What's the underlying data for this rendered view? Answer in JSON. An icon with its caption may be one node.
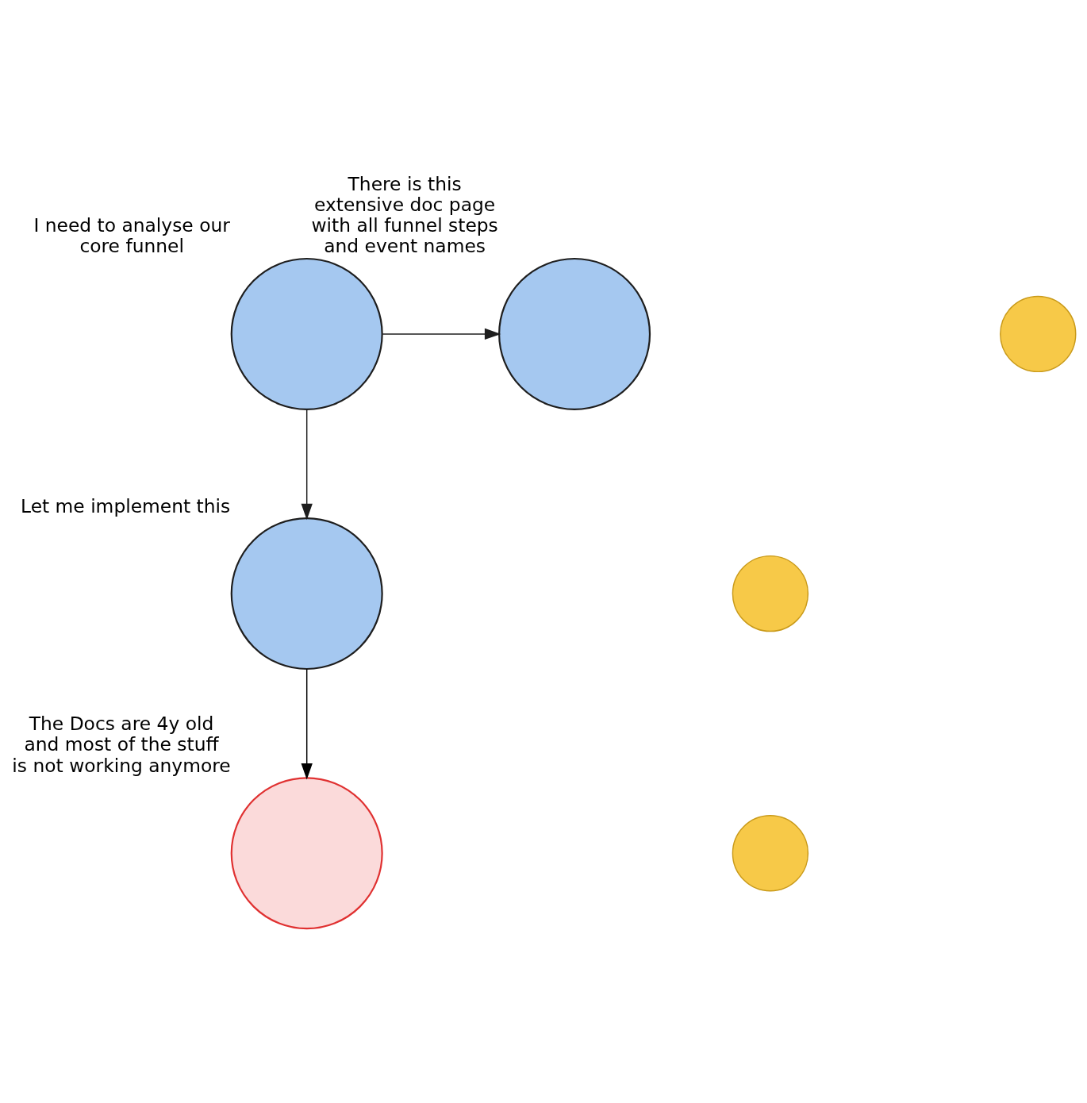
{
  "diagram": {
    "nodes": [
      {
        "text": [],
        "shape": "circle",
        "beside": [
          "I need to analyse our core funnel"
        ]
      },
      {
        "text": [],
        "shape": "circle",
        "beside": [
          "There is this extensive doc page with all funnel steps and event names"
        ]
      },
      {
        "text": [],
        "shape": "circle"
      },
      {
        "text": [],
        "shape": "circle",
        "beside": [
          "Let me implement this"
        ]
      },
      {
        "text": [],
        "shape": "circle"
      },
      {
        "text": [],
        "shape": "circle",
        "beside": [
          "The Docs are 4y old and most of the stuff is not working anymore"
        ]
      },
      {
        "text": [],
        "shape": "circle"
      }
    ],
    "edges": [
      {
        "from": 0,
        "to": 1,
        "arrow": "to"
      },
      {
        "from": 0,
        "to": 3,
        "arrow": "to"
      },
      {
        "from": 3,
        "to": 5,
        "arrow": "to",
        "color": "#000000"
      }
    ]
  }
}
